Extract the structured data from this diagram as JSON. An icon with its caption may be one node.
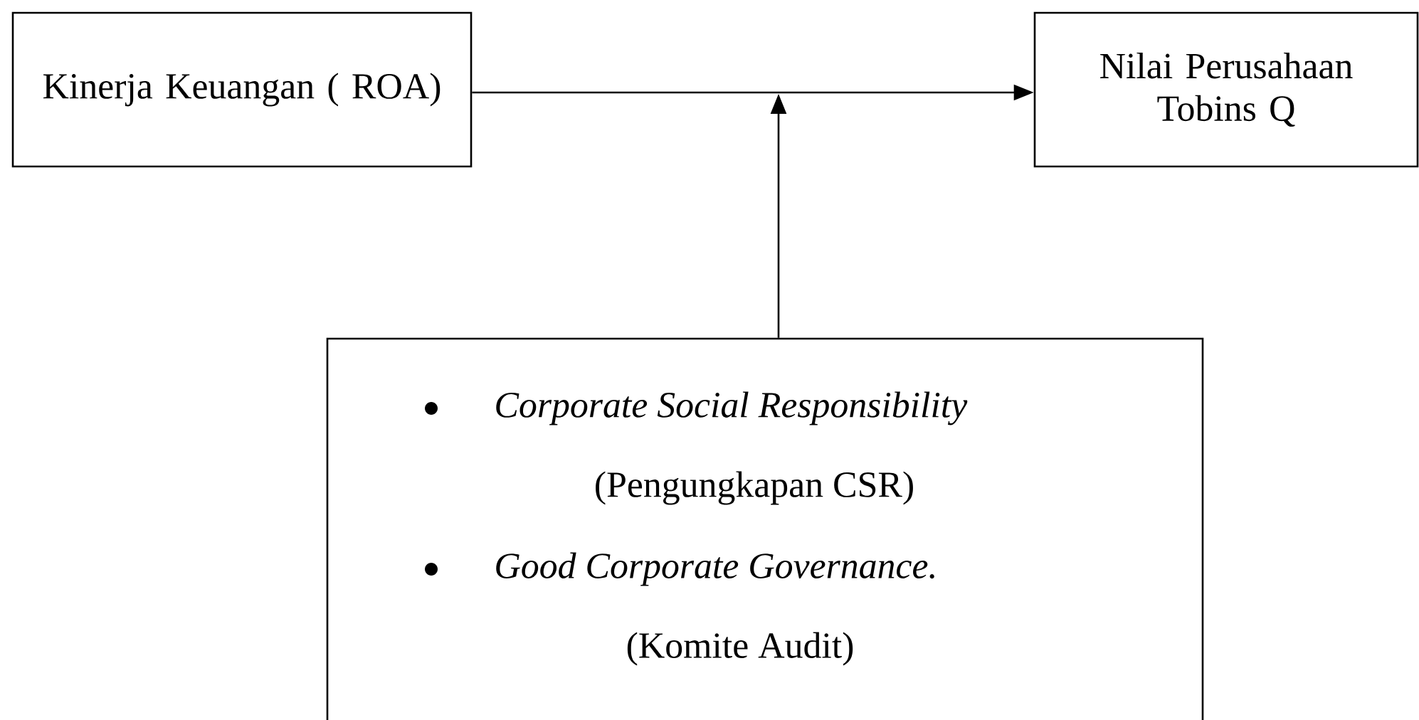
{
  "diagram": {
    "nodes": [
      {
        "text": [
          "Kinerja Keuangan ( ROA)"
        ]
      },
      {
        "text": [
          "Nilai Perusahaan Tobins Q"
        ]
      },
      {
        "text": [
          "Corporate Social Responsibility",
          "(Pengungkapan CSR)",
          "Good Corporate Governance.",
          "(Komite Audit)"
        ]
      }
    ],
    "edges": [
      {
        "from": 0,
        "to": 1,
        "arrow": "to"
      },
      {
        "from": 2,
        "to": null,
        "arrow": "to"
      }
    ]
  }
}
